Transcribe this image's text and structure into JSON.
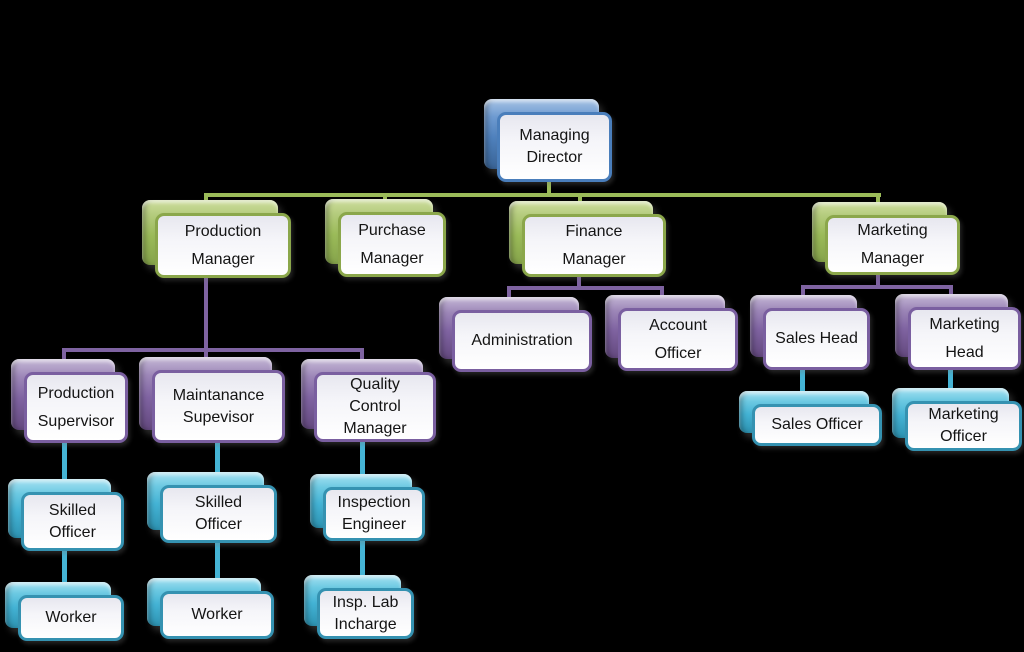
{
  "background_color": "#000000",
  "palette": {
    "director_level": "#4f81bd",
    "manager_level": "#9bbb59",
    "supervisor_level": "#8064a2",
    "officer_level": "#44b3d5",
    "box_fill": "#ffffff",
    "text_color": "#141414"
  },
  "nodes": {
    "managing_director": {
      "label": "Managing\nDirector"
    },
    "production_manager": {
      "label": "Production\nManager"
    },
    "purchase_manager": {
      "label": "Purchase\nManager"
    },
    "finance_manager": {
      "label": "Finance\nManager"
    },
    "marketing_manager": {
      "label": "Marketing\nManager"
    },
    "production_supervisor": {
      "label": "Production\nSupervisor"
    },
    "maintanance_supevisor": {
      "label": "Maintanance\nSupevisor"
    },
    "quality_control_manager": {
      "label": "Quality\nControl\nManager"
    },
    "administration": {
      "label": "Administration"
    },
    "account_officer": {
      "label": "Account\nOfficer"
    },
    "sales_head": {
      "label": "Sales Head"
    },
    "marketing_head": {
      "label": "Marketing\nHead"
    },
    "sales_officer": {
      "label": "Sales Officer"
    },
    "marketing_officer": {
      "label": "Marketing\nOfficer"
    },
    "skilled_officer_1": {
      "label": "Skilled\nOfficer"
    },
    "skilled_officer_2": {
      "label": "Skilled\nOfficer"
    },
    "inspection_engineer": {
      "label": "Inspection\nEngineer"
    },
    "worker_1": {
      "label": "Worker"
    },
    "worker_2": {
      "label": "Worker"
    },
    "insp_lab_incharge": {
      "label": "Insp. Lab\nIncharge"
    }
  },
  "hierarchy": [
    {
      "parent": "Managing Director",
      "children": [
        "Production Manager",
        "Purchase Manager",
        "Finance Manager",
        "Marketing Manager"
      ]
    },
    {
      "parent": "Production Manager",
      "children": [
        "Production Supervisor",
        "Maintanance Supevisor",
        "Quality Control Manager"
      ]
    },
    {
      "parent": "Finance Manager",
      "children": [
        "Administration",
        "Account Officer"
      ]
    },
    {
      "parent": "Marketing Manager",
      "children": [
        "Sales Head",
        "Marketing Head"
      ]
    },
    {
      "parent": "Production Supervisor",
      "children": [
        "Skilled Officer"
      ]
    },
    {
      "parent": "Maintanance Supevisor",
      "children": [
        "Skilled Officer"
      ]
    },
    {
      "parent": "Quality Control Manager",
      "children": [
        "Inspection Engineer"
      ]
    },
    {
      "parent": "Skilled Officer (Production)",
      "children": [
        "Worker"
      ]
    },
    {
      "parent": "Skilled Officer (Maintanance)",
      "children": [
        "Worker"
      ]
    },
    {
      "parent": "Inspection Engineer",
      "children": [
        "Insp. Lab Incharge"
      ]
    },
    {
      "parent": "Sales Head",
      "children": [
        "Sales Officer"
      ]
    },
    {
      "parent": "Marketing Head",
      "children": [
        "Marketing Officer"
      ]
    }
  ]
}
